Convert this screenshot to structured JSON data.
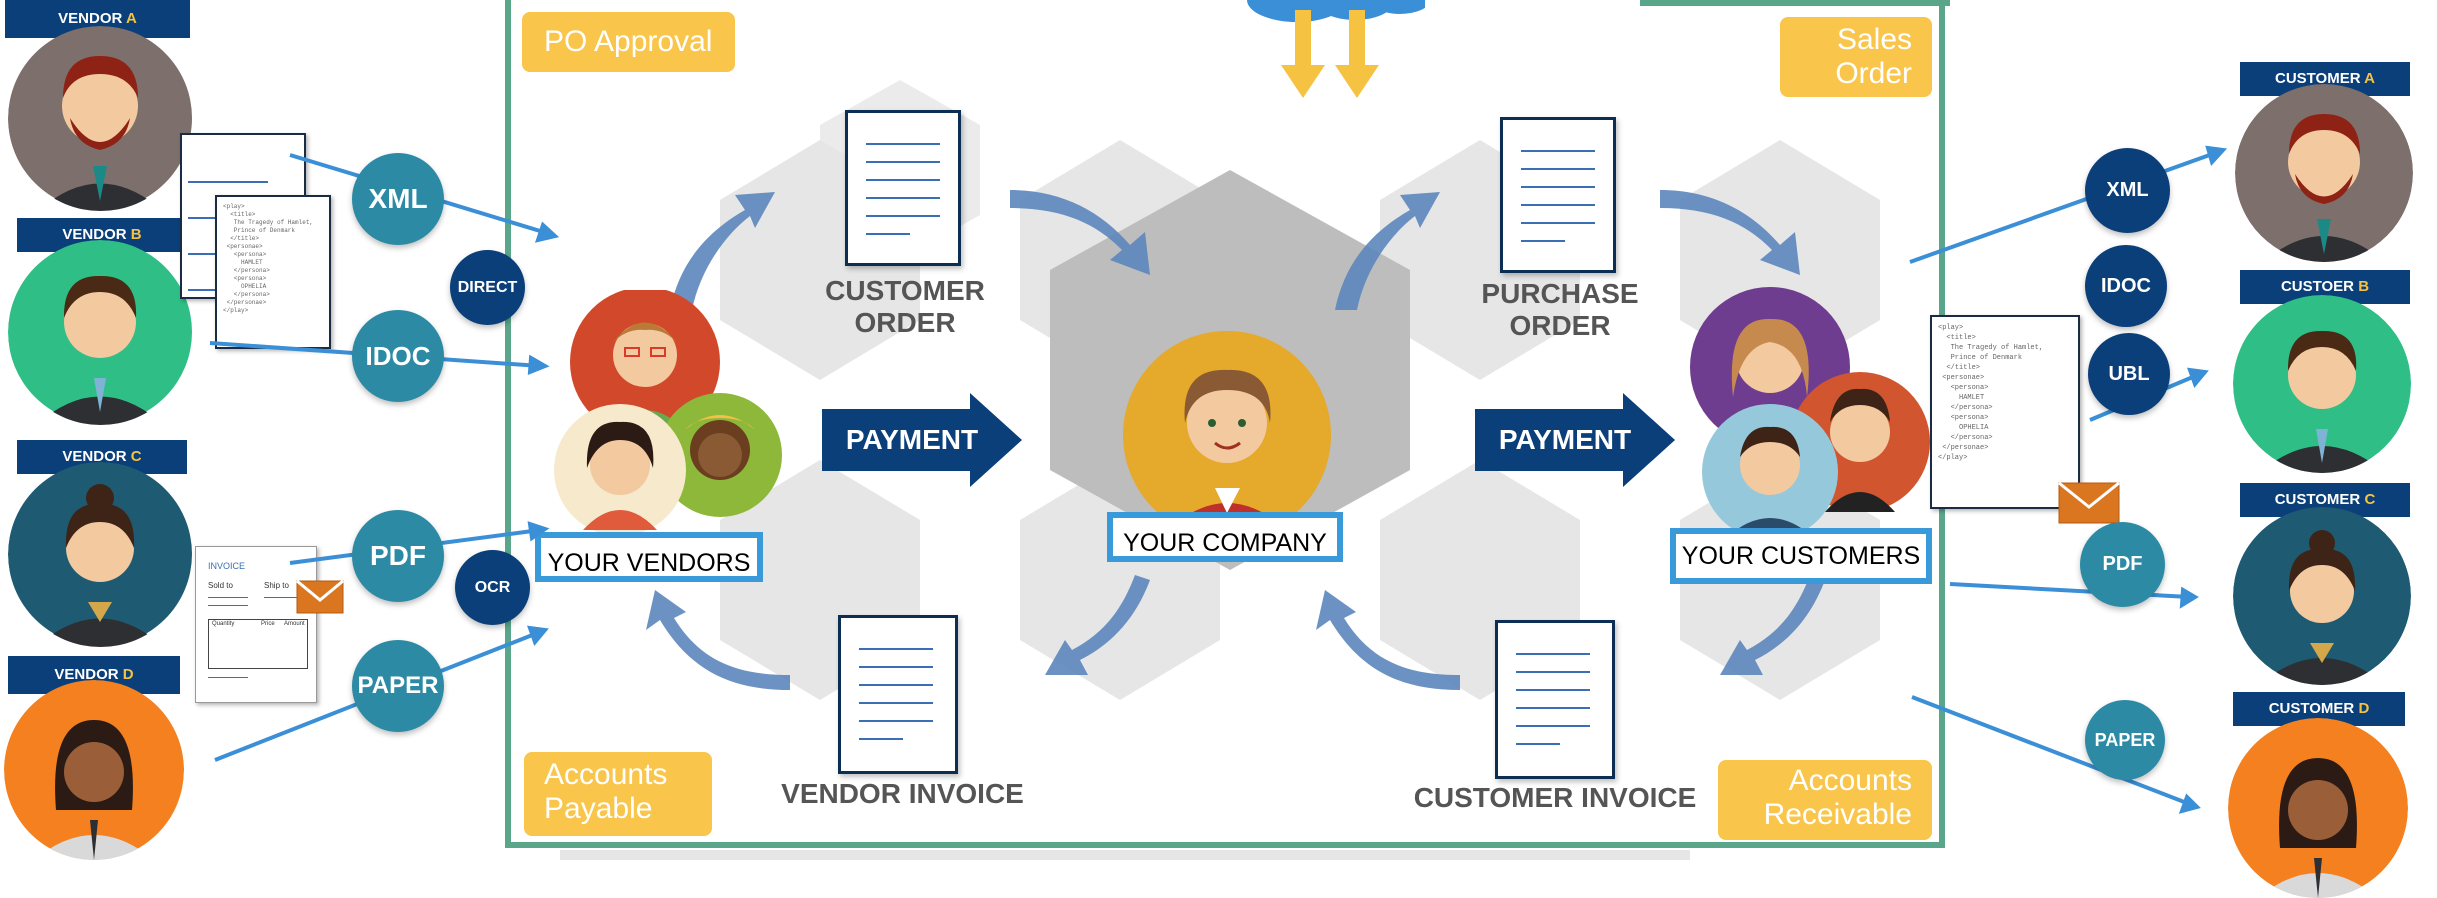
{
  "vendors": [
    {
      "prefix": "VENDOR",
      "letter": "A"
    },
    {
      "prefix": "VENDOR",
      "letter": "B"
    },
    {
      "prefix": "VENDOR",
      "letter": "C"
    },
    {
      "prefix": "VENDOR",
      "letter": "D"
    }
  ],
  "customers": [
    {
      "prefix": "CUSTOMER",
      "letter": "A"
    },
    {
      "prefix": "CUSTOER",
      "letter": "B"
    },
    {
      "prefix": "CUSTOMER",
      "letter": "C"
    },
    {
      "prefix": "CUSTOMER",
      "letter": "D"
    }
  ],
  "left_formats": {
    "xml": "XML",
    "idoc": "IDOC",
    "pdf": "PDF",
    "paper": "PAPER"
  },
  "left_methods": {
    "direct": "DIRECT",
    "ocr": "OCR"
  },
  "right_formats": {
    "xml": "XML",
    "idoc": "IDOC",
    "ubl": "UBL",
    "pdf": "PDF",
    "paper": "PAPER"
  },
  "corners": {
    "po_approval": "PO Approval",
    "sales_order_1": "Sales",
    "sales_order_2": "Order",
    "accounts_payable_1": "Accounts",
    "accounts_payable_2": "Payable",
    "accounts_receivable_1": "Accounts",
    "accounts_receivable_2": "Receivable"
  },
  "docs": {
    "customer_order_1": "CUSTOMER",
    "customer_order_2": "ORDER",
    "purchase_order_1": "PURCHASE",
    "purchase_order_2": "ORDER",
    "vendor_invoice": "VENDOR INVOICE",
    "customer_invoice": "CUSTOMER INVOICE"
  },
  "nodes": {
    "your_vendors": "YOUR VENDORS",
    "your_company": "YOUR COMPANY",
    "your_customers": "YOUR CUSTOMERS"
  },
  "payment_label": "PAYMENT",
  "invoice_form": {
    "title": "INVOICE",
    "sold_to": "Sold to",
    "ship_to": "Ship to",
    "col_quantity": "Quantity",
    "col_price": "Price",
    "col_amount": "Amount"
  },
  "xml_snippet": "<play>\n  <title>\n   The Tragedy of Hamlet,\n   Prince of Denmark\n  </title>\n <personae>\n   <persona>\n     HAMLET\n   </persona>\n   <persona>\n     OPHELIA\n   </persona>\n </personae>\n</play>",
  "colors": {
    "navy": "#0a3f7a",
    "teal": "#2d8aa5",
    "yellow": "#f9c54a",
    "green_frame": "#5aa68a",
    "node_blue": "#3a9ad9",
    "arrow_blue": "#5b86bd"
  }
}
